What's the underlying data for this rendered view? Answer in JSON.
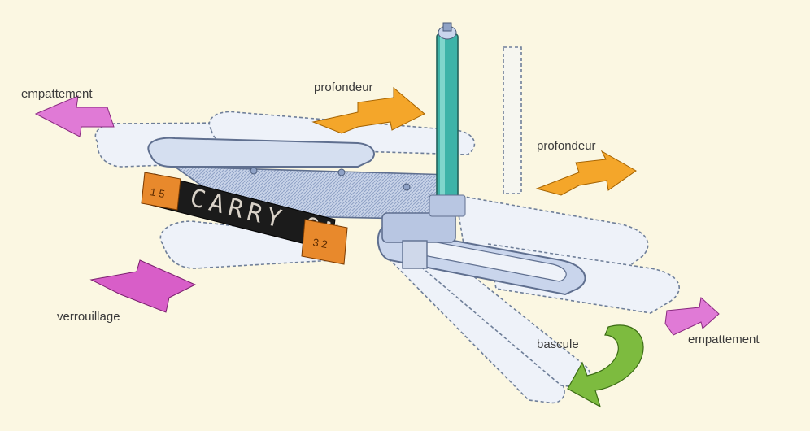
{
  "background_color": "#fbf7e2",
  "labels": {
    "empattement_left": "empattement",
    "profondeur_top": "profondeur",
    "profondeur_right": "profondeur",
    "verrouillage": "verrouillage",
    "bascule": "bascule",
    "empattement_right": "empattement"
  },
  "plate": {
    "text": "CARRY ON",
    "left_lamp_text": "1 5",
    "right_lamp_text": "3 2"
  },
  "colors": {
    "empattement_arrow": "#e07ad6",
    "profondeur_arrow": "#f4a62a",
    "verrouillage_arrow": "#d85ec8",
    "bascule_arrow": "#7dbb3f",
    "pole": "#3db3a8",
    "frame_solid": "#a9bddf",
    "frame_ghost": "#e6ebf5",
    "lamp": "#e8892c",
    "plate": "#1b1b1b"
  },
  "icons": [
    "empattement-arrow-icon",
    "profondeur-arrow-icon",
    "verrouillage-arrow-icon",
    "bascule-arrow-icon"
  ]
}
